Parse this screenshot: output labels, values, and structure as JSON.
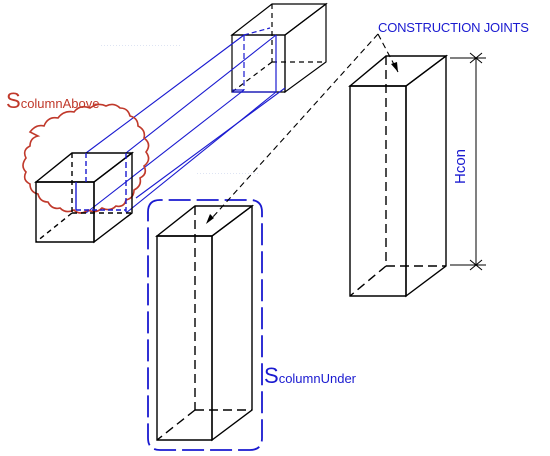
{
  "labels": {
    "column_above_initial": "S",
    "column_above_rest": "columnAbove",
    "column_under_initial": "S",
    "column_under_rest": "columnUnder",
    "construction_joints": "CONSTRUCTION JOINTS",
    "height": "Hcon"
  },
  "colors": {
    "line": "#000000",
    "accent_blue": "#1a1ad0",
    "accent_red": "#c0392b"
  }
}
